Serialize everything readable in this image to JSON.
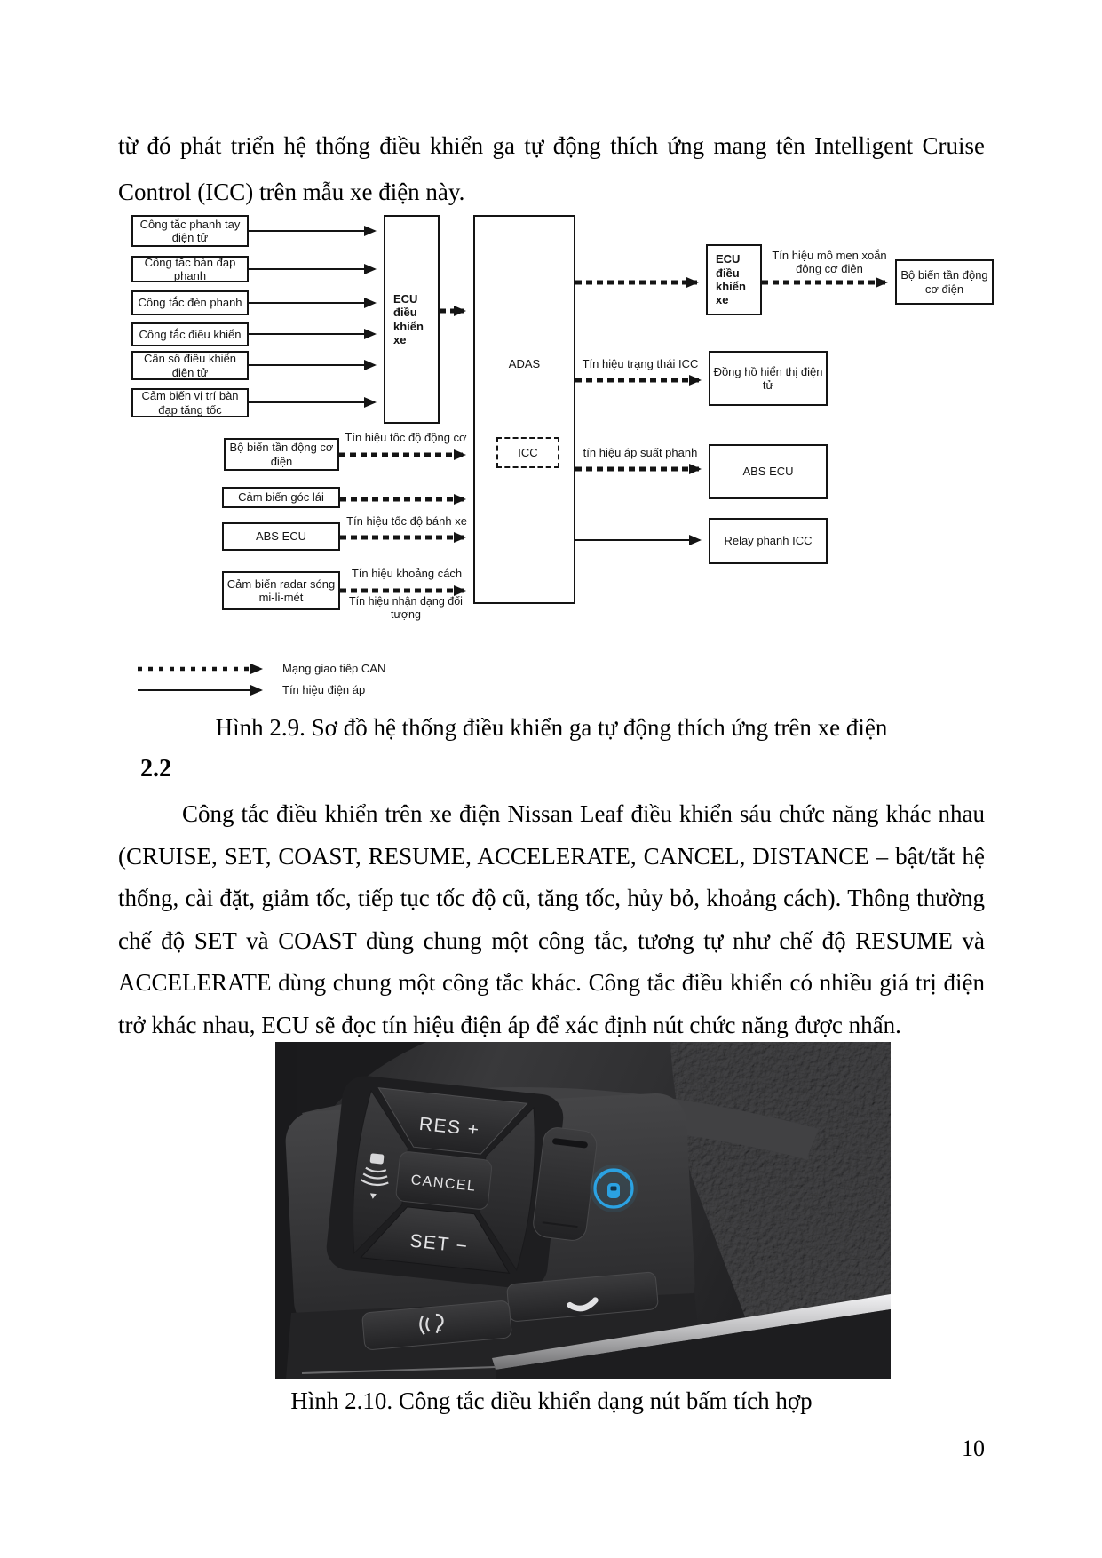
{
  "document": {
    "paragraph_top": "từ đó phát triển hệ thống điều khiển ga tự động thích ứng mang tên Intelligent Cruise Control (ICC) trên mẫu xe điện này.",
    "figure_2_9_caption": "Hình 2.9. Sơ đồ hệ thống điều khiển ga tự động thích ứng trên xe điện",
    "section_heading": "2.2",
    "paragraph_body": "Công tắc điều khiển trên xe điện Nissan Leaf điều khiển sáu chức năng khác nhau (CRUISE, SET, COAST, RESUME, ACCELERATE, CANCEL, DISTANCE – bật/tắt hệ thống, cài đặt, giảm tốc, tiếp tục tốc độ cũ, tăng tốc, hủy bỏ, khoảng cách). Thông thường chế độ SET và COAST dùng chung một công tắc, tương tự như chế độ RESUME và ACCELERATE dùng chung một công tắc khác. Công tắc điều khiển có nhiều giá trị điện trở khác nhau, ECU sẽ đọc tín hiệu điện áp để xác định nút chức năng được nhấn.",
    "figure_2_10_caption": "Hình 2.10. Công tắc điều khiển dạng nút bấm tích hợp",
    "page_number": "10"
  },
  "diagram": {
    "inputs": [
      {
        "label": "Công tắc phanh tay điện tử"
      },
      {
        "label": "Công tắc bàn đạp phanh"
      },
      {
        "label": "Công tắc đèn phanh"
      },
      {
        "label": "Công tắc điều khiển"
      },
      {
        "label": "Cần số điều khiển điện tử"
      },
      {
        "label": "Cảm biến vị trí bàn đạp tăng tốc"
      }
    ],
    "ecu_vehicle_left": "ECU điều khiển xe",
    "adas": "ADAS",
    "icc": "ICC",
    "ecu_vehicle_right": "ECU điều khiển xe",
    "inverter_output": "Bộ biến tần động cơ điện",
    "display_cluster": "Đồng hồ hiển thị điện tử",
    "abs_ecu_right": "ABS ECU",
    "icc_brake_relay": "Relay phanh ICC",
    "sensors": [
      {
        "label": "Bộ biến tần động cơ điện",
        "signal": "Tín hiệu tốc độ động cơ"
      },
      {
        "label": "Cảm biến góc lái",
        "signal": ""
      },
      {
        "label": "ABS ECU",
        "signal": "Tín hiệu tốc độ bánh xe"
      },
      {
        "label": "Cảm biến radar sóng mi-li-mét",
        "signal": "Tín hiệu khoảng cách",
        "signal2": "Tín hiệu nhận dạng đối tượng"
      }
    ],
    "signal_torque": "Tín hiệu mô men xoắn động cơ điện",
    "signal_icc_status": "Tín hiệu trạng thái ICC",
    "signal_brake_pressure": "tín hiệu áp suất phanh",
    "legend": {
      "can_bus": "Mạng giao tiếp CAN",
      "voltage_signal": "Tín hiệu điện áp"
    }
  },
  "photo": {
    "res_button": "RES +",
    "cancel_button": "CANCEL",
    "set_button": "SET −",
    "propilot_color": "#2ba2e2"
  }
}
